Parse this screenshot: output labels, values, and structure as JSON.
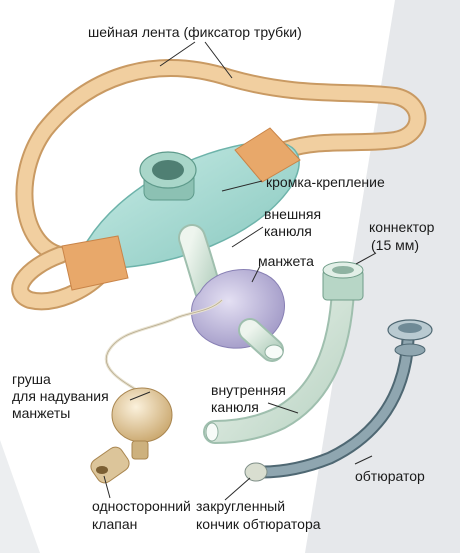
{
  "diagram": {
    "labels": {
      "neck_tape": "шейная лента (фиксатор трубки)",
      "flange": "кромка-крепление",
      "outer_cannula_1": "внешняя",
      "outer_cannula_2": "канюля",
      "connector_1": "коннектор",
      "connector_2": "(15 мм)",
      "cuff": "манжета",
      "bulb_1": "груша",
      "bulb_2": "для надувания",
      "bulb_3": "манжеты",
      "inner_cannula_1": "внутренняя",
      "inner_cannula_2": "канюля",
      "obturator": "обтюратор",
      "valve_1": "односторонний",
      "valve_2": "клапан",
      "obturator_tip_1": "закругленный",
      "obturator_tip_2": "кончик обтюратора"
    },
    "colors": {
      "tape": "#f1cfa0",
      "tape_outline": "#c99a63",
      "tape_tab": "#e8a86a",
      "flange": "#a6d9d2",
      "cannula": "#cfe3d6",
      "cuff": "#b9b2d8",
      "bulb": "#dcc59a",
      "obturator": "#6f8a96",
      "background_band": "#e6e8eb",
      "leader_line": "#2a2a2a"
    }
  }
}
